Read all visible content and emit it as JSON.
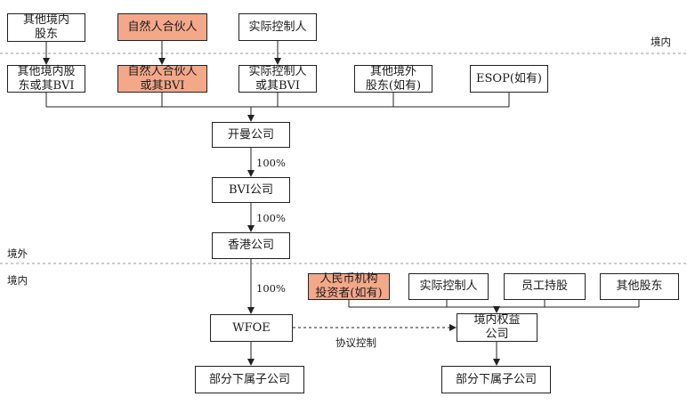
{
  "region_labels": {
    "domestic_top": "境内",
    "offshore": "境外",
    "domestic_bottom": "境内"
  },
  "highlight_color": "#f4a88a",
  "nodes": {
    "top_other_domestic": "其他境内\n股东",
    "top_natural_partner": "自然人合伙人",
    "top_actual_controller": "实际控制人",
    "bvi_other_domestic": "其他境内股\n东或其BVI",
    "bvi_natural_partner": "自然人合伙人\n或其BVI",
    "bvi_actual_controller": "实际控制人\n或其BVI",
    "other_foreign": "其他境外\n股东(如有)",
    "esop": "ESOP(如有)",
    "cayman": "开曼公司",
    "bvi_company": "BVI公司",
    "hk_company": "香港公司",
    "wfoe": "WFOE",
    "wfoe_sub": "部分下属子公司",
    "rmb_investor": "人民币机构\n投资者(如有)",
    "vie_actual_controller": "实际控制人",
    "employee_shares": "员工持股",
    "other_shareholders": "其他股东",
    "domestic_entity": "境内权益\n公司",
    "domestic_sub": "部分下属子公司"
  },
  "edge_labels": {
    "cayman_to_bvi": "100%",
    "bvi_to_hk": "100%",
    "hk_to_wfoe": "100%",
    "vie_contract": "协议控制"
  }
}
